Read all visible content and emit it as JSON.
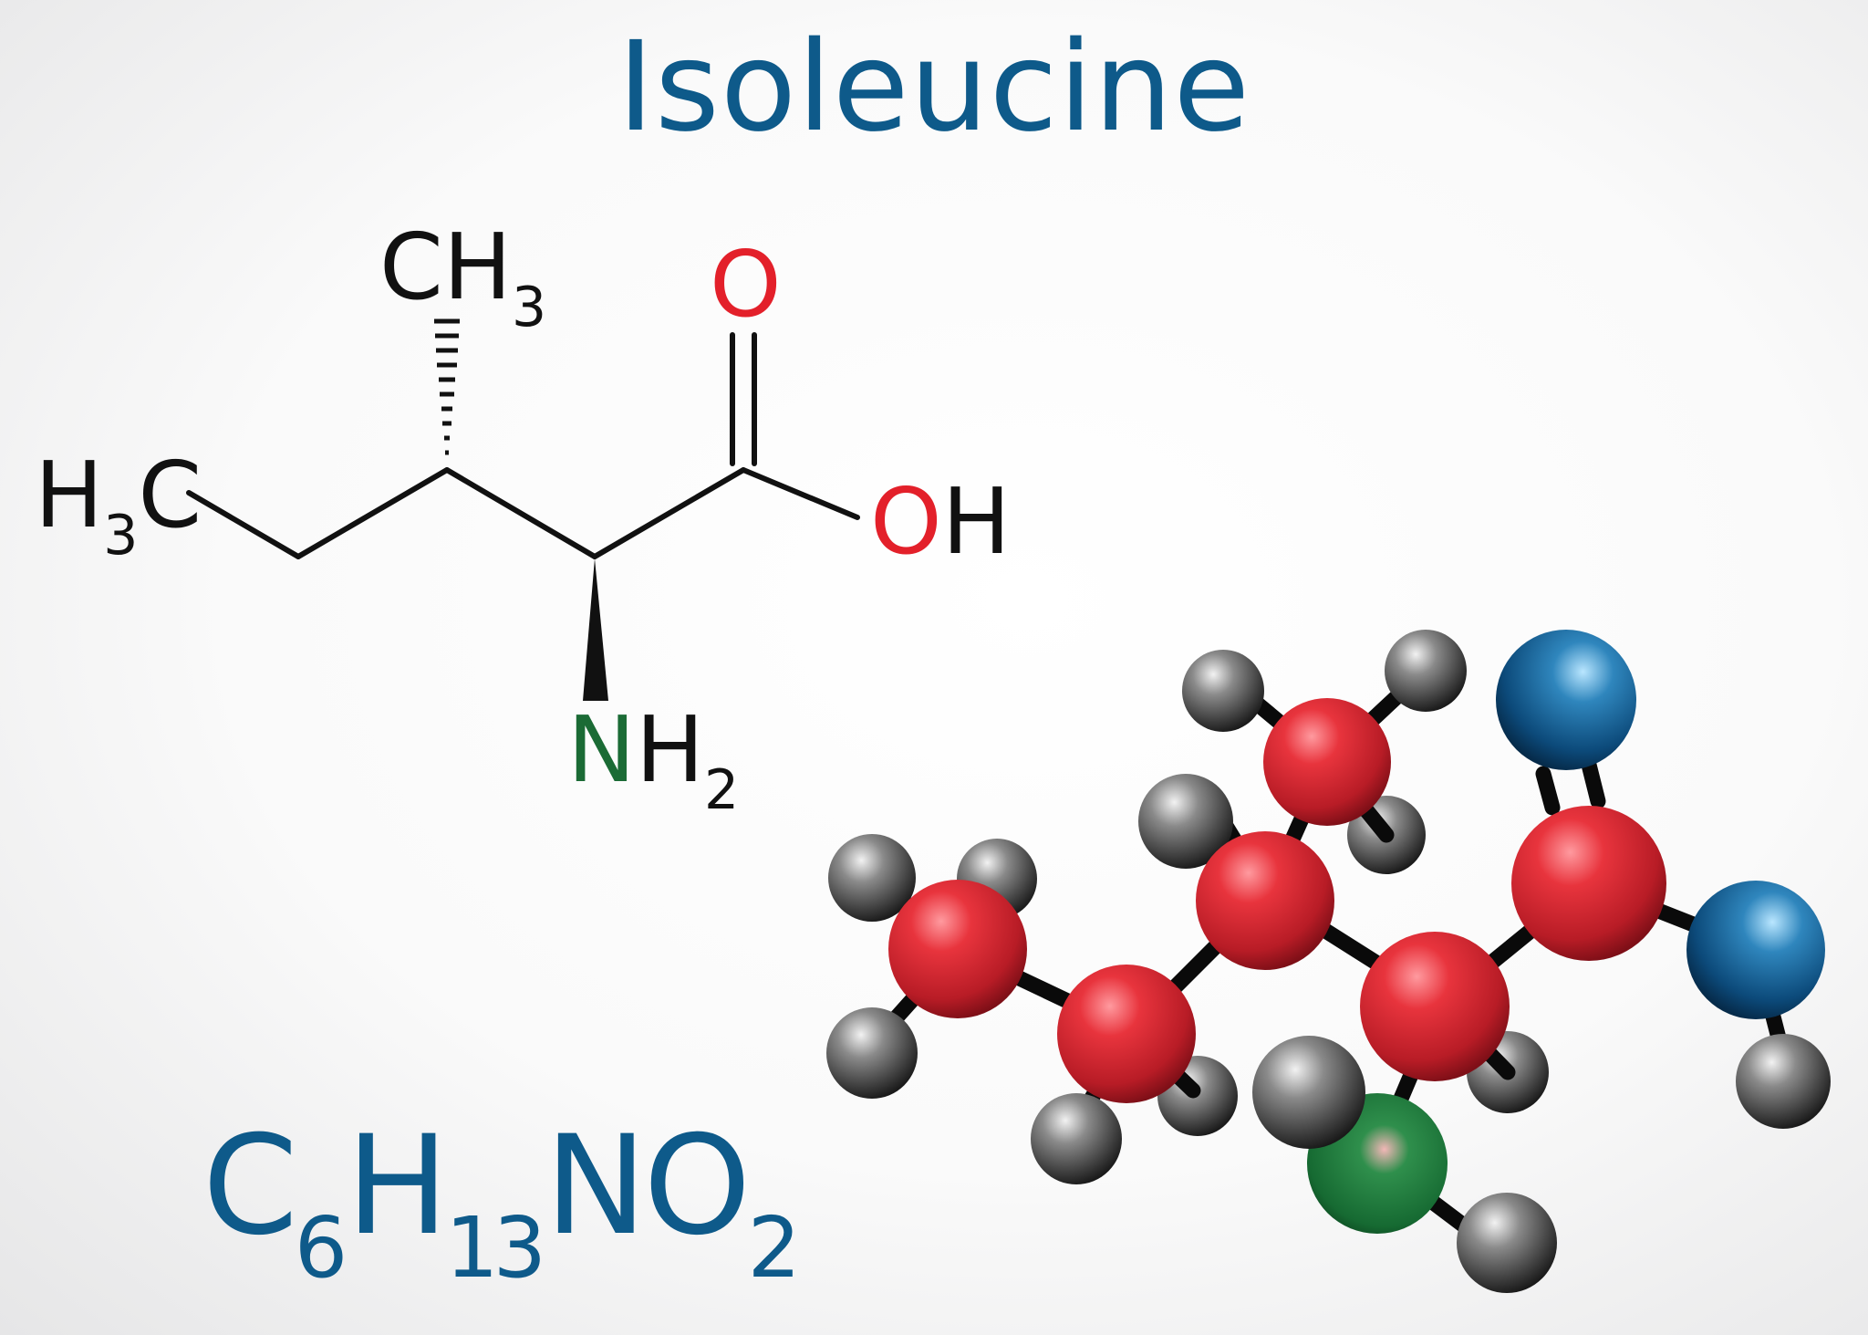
{
  "title": "Isoleucine",
  "formula": {
    "parts": [
      {
        "t": "C"
      },
      {
        "t": "6",
        "sub": true
      },
      {
        "t": "H"
      },
      {
        "t": "13",
        "sub": true
      },
      {
        "t": "NO"
      },
      {
        "t": "2",
        "sub": true
      }
    ]
  },
  "structure": {
    "methyl_top": {
      "main": "CH",
      "sub": "3"
    },
    "methyl_left": {
      "h": "H",
      "sub": "3",
      "c": "C"
    },
    "carbonyl_o": "O",
    "hydroxyl": {
      "o": "O",
      "h": "H"
    },
    "amine": {
      "n": "N",
      "h": "H",
      "sub": "2"
    }
  },
  "colors": {
    "title": "#0e5a8a",
    "oxygen": "#e3202a",
    "nitrogen": "#1b6b35",
    "carbon_ball": "#d52a33",
    "hydrogen_ball": "#4a4a4a",
    "oxygen_ball": "#0d4a7a",
    "nitrogen_ball": "#1f7a3c"
  }
}
